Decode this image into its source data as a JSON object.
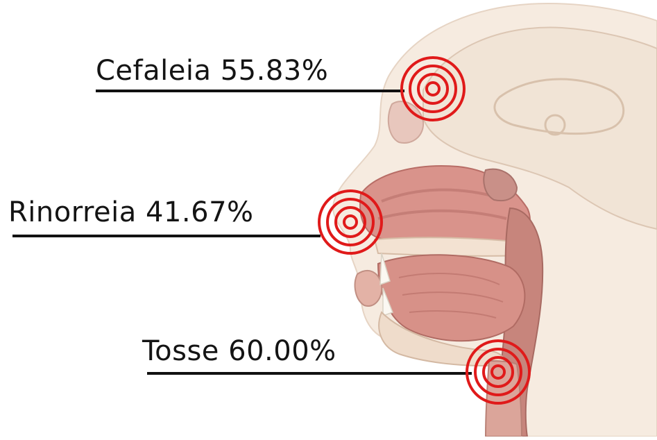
{
  "labels": {
    "cefaleia": {
      "name": "Cefaleia",
      "value": "55.83%"
    },
    "rinorreia": {
      "name": "Rinorreia",
      "value": "41.67%"
    },
    "tosse": {
      "name": "Tosse",
      "value": "60.00%"
    }
  },
  "colors": {
    "target_red": "#e01a1a",
    "leader_line": "#111111",
    "skin": "#f6e9dd",
    "tissue_pink": "#d9968f",
    "muscle": "#c8746d",
    "cavity": "#b05a55"
  },
  "icons": {
    "target": "concentric-circle-target-icon"
  }
}
